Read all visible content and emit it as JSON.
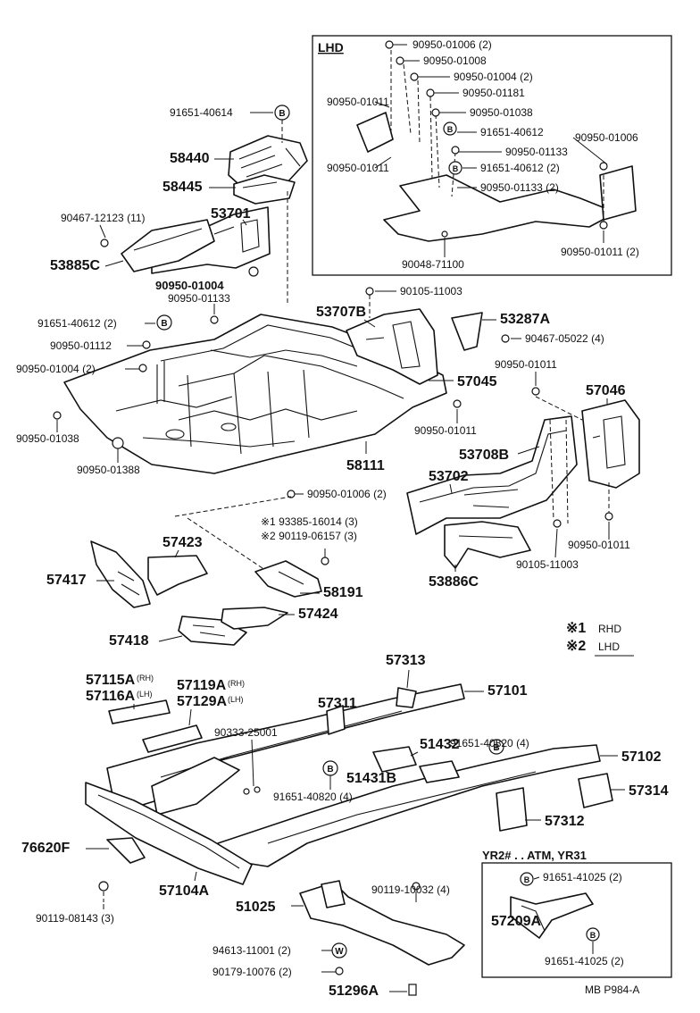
{
  "lhd_box": {
    "title": "LHD",
    "labels": [
      "90950-01006 (2)",
      "90950-01008",
      "90950-01004 (2)",
      "90950-01181",
      "90950-01011",
      "90950-01038",
      "91651-40612",
      "90950-01133",
      "90950-01006",
      "90950-01011",
      "91651-40612 (2)",
      "90950-01133 (2)",
      "90950-01011 (2)",
      "90048-71100"
    ]
  },
  "yr_box": {
    "title": "YR2# . . ATM, YR31",
    "labels": [
      "91651-41025 (2)",
      "57209A",
      "91651-41025 (2)"
    ]
  },
  "legend": {
    "items": [
      {
        "mark": "※1",
        "text": "RHD"
      },
      {
        "mark": "※2",
        "text": "LHD"
      }
    ]
  },
  "callouts": {
    "c1": "91651-40614",
    "c2": "58440",
    "c3": "58445",
    "c4": "90467-12123 (11)",
    "c5": "53701",
    "c6": "53885C",
    "c7": "90950-01004",
    "c8": "90950-01133",
    "c9": "91651-40612 (2)",
    "c10": "90950-01112",
    "c11": "90950-01004 (2)",
    "c12": "90950-01038",
    "c13": "90950-01388",
    "c14": "90105-11003",
    "c15": "53707B",
    "c16": "53287A",
    "c17": "90467-05022 (4)",
    "c18": "57045",
    "c19": "90950-01011",
    "c20": "57046",
    "c21": "90950-01011",
    "c22": "58111",
    "c23": "53708B",
    "c24": "53702",
    "c25": "90950-01006 (2)",
    "c26": "※1 93385-16014 (3)",
    "c27": "※2 90119-06157 (3)",
    "c28": "53886C",
    "c29": "90950-01011",
    "c30": "90105-11003",
    "c31": "57423",
    "c32": "57417",
    "c33": "58191",
    "c34": "57424",
    "c35": "57418",
    "c36": "57313",
    "c37": "57115A",
    "c37s": "(RH)",
    "c38": "57116A",
    "c38s": "(LH)",
    "c39": "57119A",
    "c39s": "(RH)",
    "c40": "57129A",
    "c40s": "(LH)",
    "c41": "57311",
    "c42": "57101",
    "c43": "90333-25001",
    "c44": "91651-40820 (4)",
    "c45": "51432",
    "c46": "57102",
    "c47": "51431B",
    "c48": "91651-40820 (4)",
    "c49": "57314",
    "c50": "57312",
    "c51": "76620F",
    "c52": "57104A",
    "c53": "90119-08143 (3)",
    "c54": "51025",
    "c55": "90119-10032 (4)",
    "c56": "94613-11001 (2)",
    "c57": "90179-10076 (2)",
    "c58": "51296A"
  },
  "symbols": {
    "b": "B",
    "w": "W"
  },
  "footer": {
    "code": "MB P984-A"
  }
}
